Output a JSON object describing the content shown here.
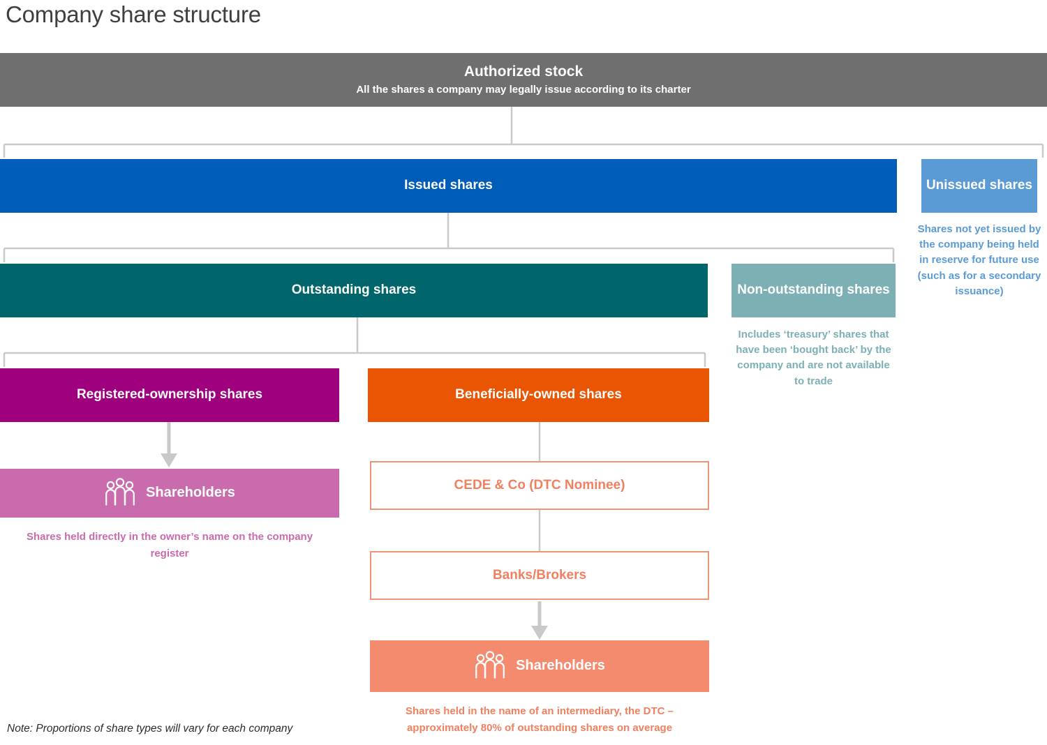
{
  "page": {
    "title": "Company share structure",
    "note": "Note: Proportions of share types will vary for each company",
    "background": "#ffffff"
  },
  "colors": {
    "authorized": "#6f6f6f",
    "issued": "#005cb9",
    "unissued": "#5b9bd5",
    "outstanding": "#00666b",
    "non_outstanding": "#7cb0b4",
    "registered": "#9e007e",
    "registered_light": "#c96bac",
    "beneficial": "#ea5504",
    "beneficial_light": "#f58b6e",
    "beneficial_outline": "#f09377",
    "connector": "#c9c9c9",
    "title_text": "#3f3f3f"
  },
  "nodes": {
    "authorized_stock": {
      "title": "Authorized stock",
      "subtitle": "All the shares a company may legally issue according to its charter"
    },
    "issued_shares": {
      "title": "Issued shares"
    },
    "unissued_shares": {
      "title": "Unissued shares",
      "caption": "Shares not yet issued by the company being held in reserve for future use (such as for a secondary issuance)"
    },
    "outstanding_shares": {
      "title": "Outstanding shares"
    },
    "non_outstanding_shares": {
      "title": "Non-outstanding shares",
      "caption": "Includes ‘treasury’ shares that have been ‘bought back’ by the company and are not available to trade"
    },
    "registered_ownership_shares": {
      "title": "Registered-ownership shares"
    },
    "registered_shareholders": {
      "title": "Shareholders",
      "icon": "people-group-icon",
      "caption": "Shares held directly in the owner’s name on the company register"
    },
    "beneficially_owned_shares": {
      "title": "Beneficially-owned shares"
    },
    "cede_co": {
      "title": "CEDE & Co (DTC Nominee)"
    },
    "banks_brokers": {
      "title": "Banks/Brokers"
    },
    "beneficial_shareholders": {
      "title": "Shareholders",
      "icon": "people-group-icon",
      "caption": "Shares held in the name of an intermediary, the DTC – approximately 80% of outstanding shares on average"
    }
  }
}
